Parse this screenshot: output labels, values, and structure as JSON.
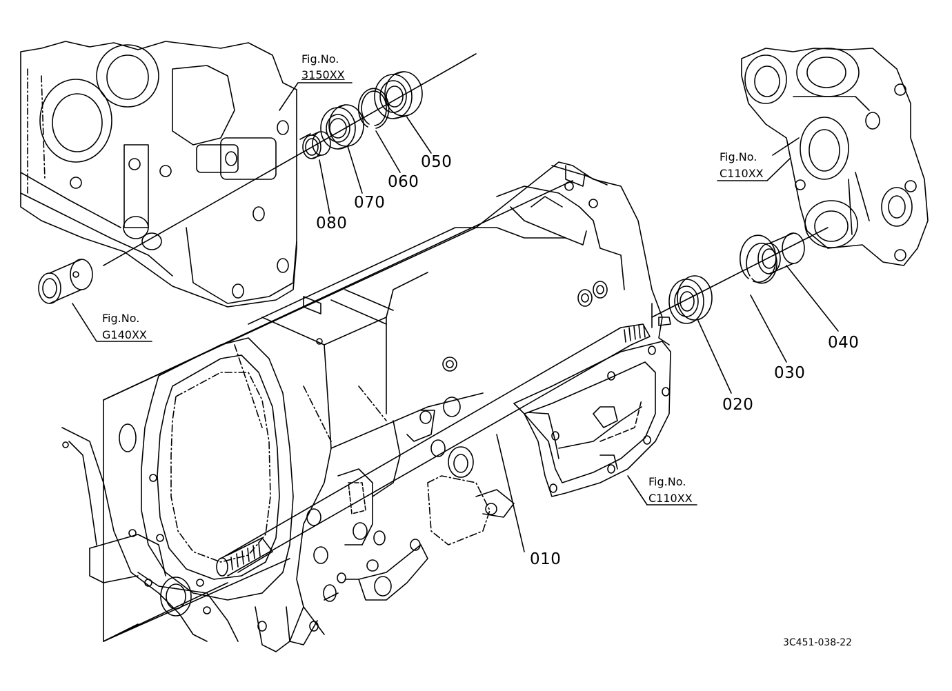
{
  "fig_refs": [
    {
      "title": "Fig.No.",
      "code": "3150XX"
    },
    {
      "title": "Fig.No.",
      "code": "C110XX"
    },
    {
      "title": "Fig.No.",
      "code": "G140XX"
    },
    {
      "title": "Fig.No.",
      "code": "C110XX"
    }
  ],
  "parts": {
    "p010": "010",
    "p020": "020",
    "p030": "030",
    "p040": "040",
    "p050": "050",
    "p060": "060",
    "p070": "070",
    "p080": "080"
  },
  "drawing_ref": "3C451-038-22"
}
